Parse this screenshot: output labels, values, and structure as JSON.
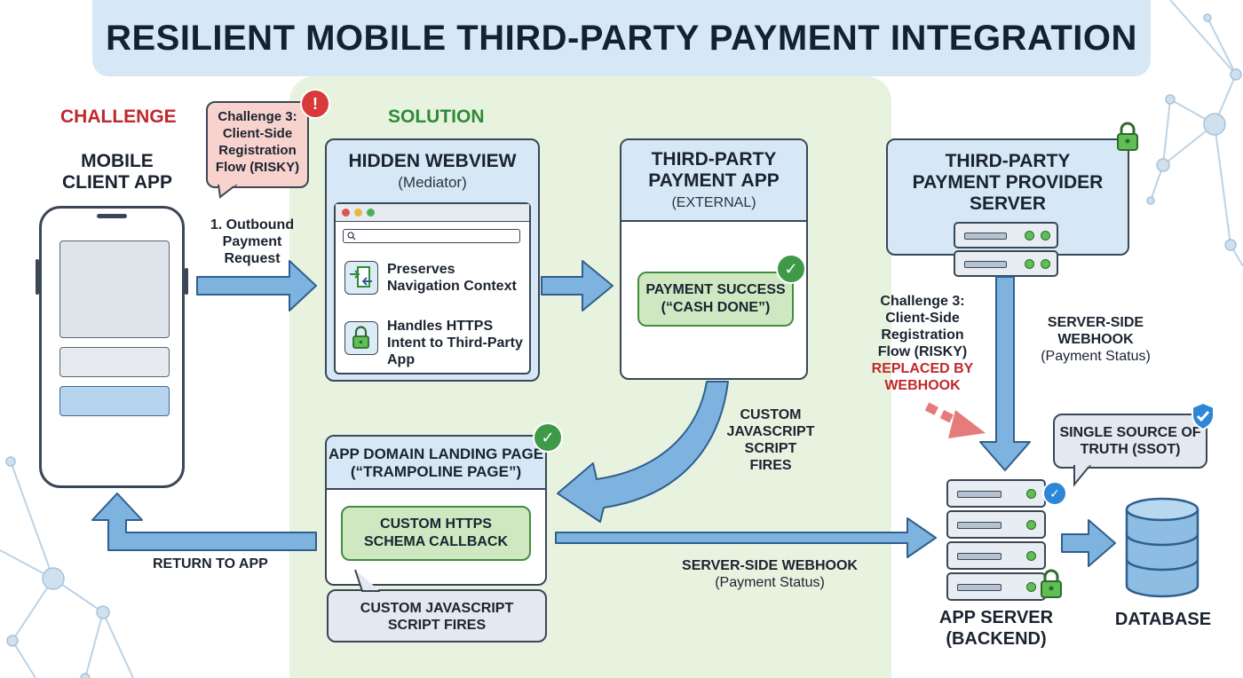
{
  "title": "RESILIENT MOBILE THIRD-PARTY PAYMENT INTEGRATION",
  "sections": {
    "challenge": "CHALLENGE",
    "solution": "SOLUTION"
  },
  "mobile_client": {
    "title_line1": "MOBILE",
    "title_line2": "CLIENT APP"
  },
  "challenge_bubble_top": {
    "line1": "Challenge 3:",
    "line2": "Client-Side",
    "line3": "Registration",
    "line4": "Flow (RISKY)",
    "alert": "!"
  },
  "outbound": {
    "line1": "1. Outbound",
    "line2": "Payment",
    "line3": "Request"
  },
  "hidden_webview": {
    "title": "HIDDEN WEBVIEW",
    "subtitle": "(Mediator)",
    "feature1_line1": "Preserves",
    "feature1_line2": "Navigation Context",
    "feature2_line1": "Handles HTTPS",
    "feature2_line2": "Intent to Third-Party",
    "feature2_line3": "App"
  },
  "third_party_app": {
    "title_line1": "THIRD-PARTY",
    "title_line2": "PAYMENT APP",
    "subtitle": "(EXTERNAL)",
    "status_line1": "PAYMENT SUCCESS",
    "status_line2": "(“CASH DONE”)"
  },
  "provider_server": {
    "title_line1": "THIRD-PARTY",
    "title_line2": "PAYMENT PROVIDER",
    "title_line3": "SERVER"
  },
  "challenge_right": {
    "line1": "Challenge 3:",
    "line2": "Client-Side",
    "line3": "Registration",
    "line4": "Flow (RISKY)",
    "replaced_line1": "REPLACED BY",
    "replaced_line2": "WEBHOOK"
  },
  "webhook_vertical": {
    "line1": "SERVER-SIDE WEBHOOK",
    "line2": "(Payment Status)"
  },
  "custom_js_mid": {
    "line1": "CUSTOM",
    "line2": "JAVASCRIPT",
    "line3": "SCRIPT",
    "line4": "FIRES"
  },
  "landing_page": {
    "title_line1": "APP DOMAIN LANDING PAGE",
    "title_line2": "(“TRAMPOLINE PAGE”)",
    "callback_line1": "CUSTOM HTTPS",
    "callback_line2": "SCHEMA CALLBACK",
    "js_line1": "CUSTOM JAVASCRIPT",
    "js_line2": "SCRIPT FIRES"
  },
  "return_to_app": "RETURN TO APP",
  "webhook_horizontal": {
    "line1": "SERVER-SIDE WEBHOOK",
    "line2": "(Payment Status)"
  },
  "ssot": {
    "line1": "SINGLE SOURCE OF",
    "line2": "TRUTH (SSOT)"
  },
  "app_server": {
    "line1": "APP SERVER",
    "line2": "(BACKEND)"
  },
  "database": "DATABASE",
  "icons": {
    "check": "✓",
    "lock": "lock-icon",
    "transfer": "transfer-icon",
    "search": "search-icon"
  },
  "colors": {
    "title_bg": "#d6e8f5",
    "solution_bg": "#e8f3df",
    "arrow_fill": "#7eb3df",
    "arrow_stroke": "#2f5f8e",
    "danger": "#c0282b",
    "success": "#2f8a3a"
  }
}
